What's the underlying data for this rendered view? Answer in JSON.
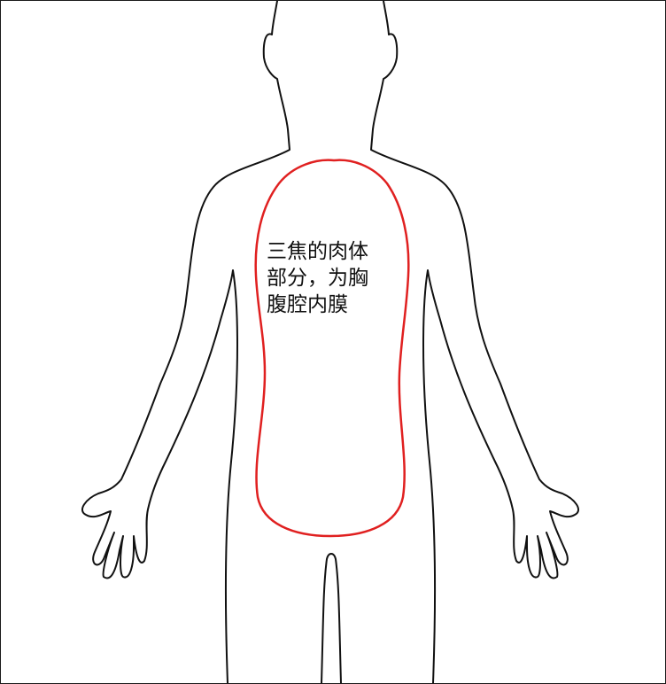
{
  "diagram": {
    "label_lines": [
      "三焦的肉体",
      "部分，为胸",
      "腹腔内膜"
    ],
    "colors": {
      "outline": "#111111",
      "region": "#e02020",
      "text": "#111111",
      "background": "#ffffff"
    }
  }
}
